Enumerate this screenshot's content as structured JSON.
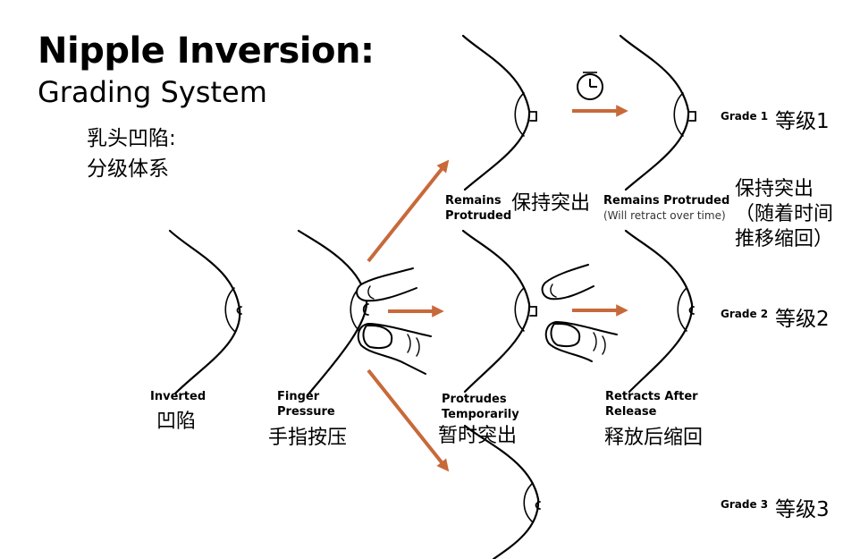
{
  "title": "Nipple Inversion:",
  "subtitle": "Grading System",
  "title_zh": [
    "乳头凹陷:",
    "分级体系"
  ],
  "stages": {
    "inverted": {
      "en": "Inverted",
      "zh": "凹陷"
    },
    "finger_pressure": {
      "en": [
        "Finger",
        "Pressure"
      ],
      "zh": "手指按压"
    },
    "remains_protruded": {
      "en": [
        "Remains",
        "Protruded"
      ],
      "zh": "保持突出"
    },
    "remains_protruded_retract": {
      "en": "Remains Protruded",
      "en_sub": "(Will retract over time)",
      "zh": [
        "保持突出",
        "（随着时间",
        "推移缩回）"
      ]
    },
    "protrudes_temporarily": {
      "en": [
        "Protrudes",
        "Temporarily"
      ],
      "zh": "暂时突出"
    },
    "retracts_after_release": {
      "en": [
        "Retracts After",
        "Release"
      ],
      "zh": "释放后缩回"
    }
  },
  "grades": [
    {
      "en": "Grade 1",
      "zh": "等级1"
    },
    {
      "en": "Grade 2",
      "zh": "等级2"
    },
    {
      "en": "Grade 3",
      "zh": "等级3"
    }
  ],
  "icons": [
    "clock-icon",
    "finger-icon"
  ],
  "colors": {
    "arrow": "#c8693a",
    "line": "#000000"
  }
}
